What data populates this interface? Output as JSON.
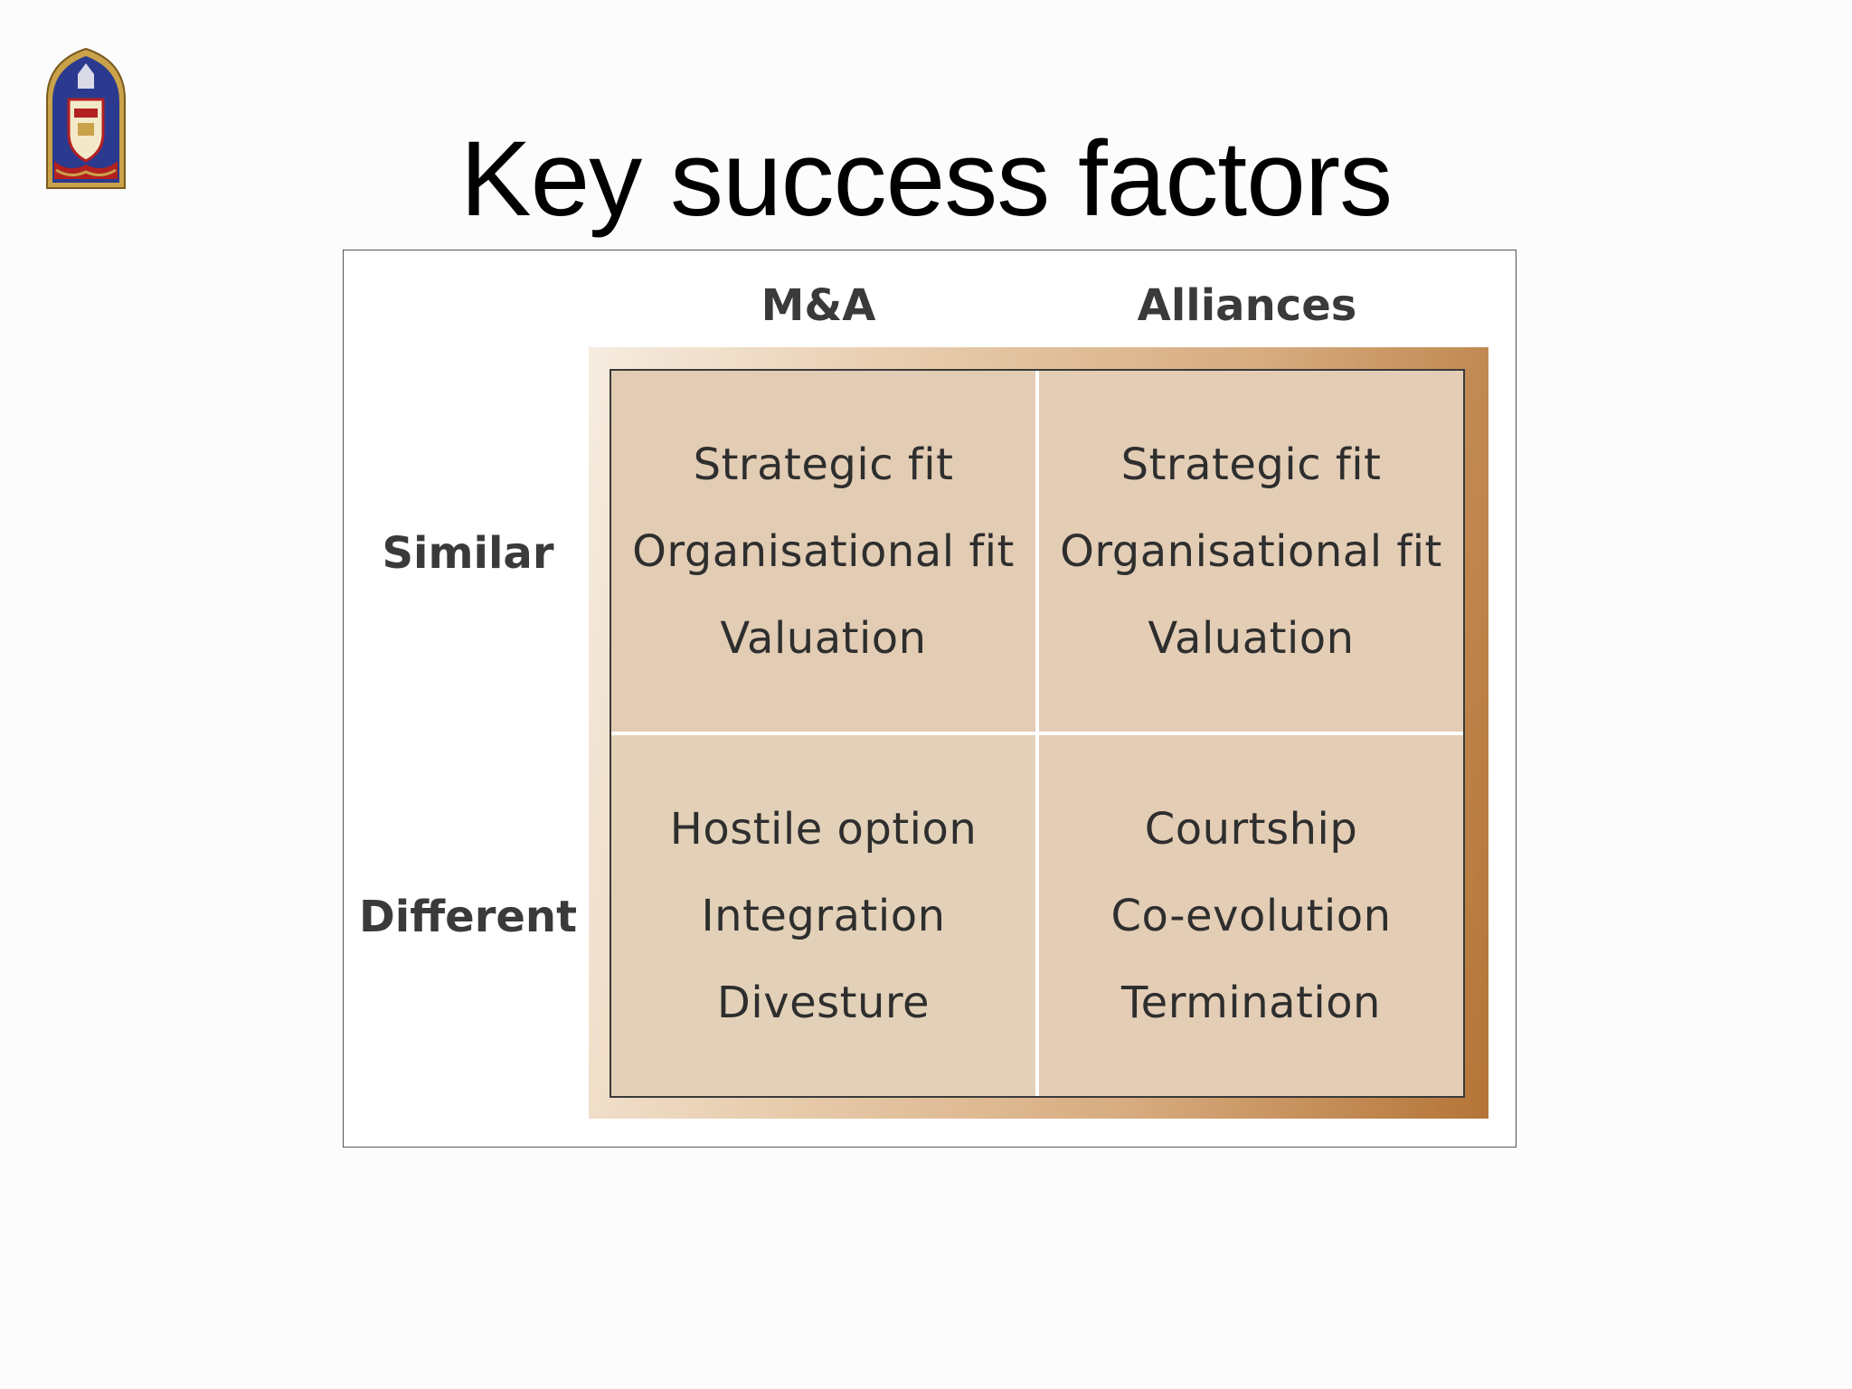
{
  "slide": {
    "title": "Key success factors"
  },
  "matrix": {
    "columns": [
      "M&A",
      "Alliances"
    ],
    "rows": [
      "Similar",
      "Different"
    ],
    "cells": {
      "similar_ma": [
        "Strategic fit",
        "Organisational fit",
        "Valuation"
      ],
      "similar_alliances": [
        "Strategic fit",
        "Organisational fit",
        "Valuation"
      ],
      "different_ma": [
        "Hostile option",
        "Integration",
        "Divesture"
      ],
      "different_alliances": [
        "Courtship",
        "Co-evolution",
        "Termination"
      ]
    }
  },
  "colors": {
    "cell_fill": "#e3cdb5",
    "frame_dark": "#b47436",
    "frame_light": "#f6ece0",
    "crest_blue": "#2b3a8f",
    "crest_gold": "#c9a24a"
  },
  "icons": {
    "logo": "university-crest-icon"
  }
}
